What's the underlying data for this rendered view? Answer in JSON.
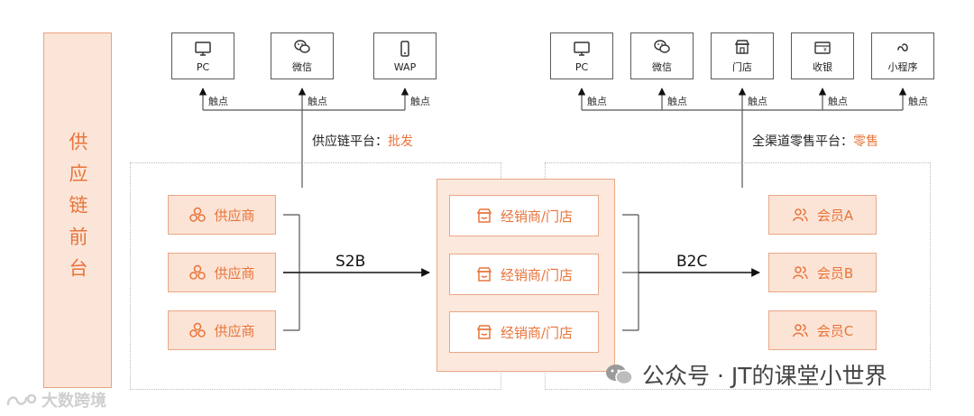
{
  "side_banner": {
    "text": "供应链前台"
  },
  "left_touchpoints": [
    {
      "label": "PC",
      "icon": "monitor-icon"
    },
    {
      "label": "微信",
      "icon": "wechat-icon"
    },
    {
      "label": "WAP",
      "icon": "phone-icon"
    }
  ],
  "right_touchpoints": [
    {
      "label": "PC",
      "icon": "monitor-icon"
    },
    {
      "label": "微信",
      "icon": "wechat-icon"
    },
    {
      "label": "门店",
      "icon": "store-icon"
    },
    {
      "label": "收银",
      "icon": "cashier-icon"
    },
    {
      "label": "小程序",
      "icon": "mini-program-icon"
    }
  ],
  "touch_label": "触点",
  "left_platform": {
    "prefix": "供应链平台：",
    "accent": "批发"
  },
  "right_platform": {
    "prefix": "全渠道零售平台：",
    "accent": "零售"
  },
  "suppliers": [
    "供应商",
    "供应商",
    "供应商"
  ],
  "dealers": [
    "经销商/门店",
    "经销商/门店",
    "经销商/门店"
  ],
  "members": [
    "会员A",
    "会员B",
    "会员C"
  ],
  "flow_left": "S2B",
  "flow_right": "B2C",
  "watermark": "公众号 · JT的课堂小世界",
  "watermark_logo": "大数跨境",
  "colors": {
    "accent": "#e8743b",
    "node_fill": "#fbe4d6",
    "node_border": "#eaa786"
  }
}
